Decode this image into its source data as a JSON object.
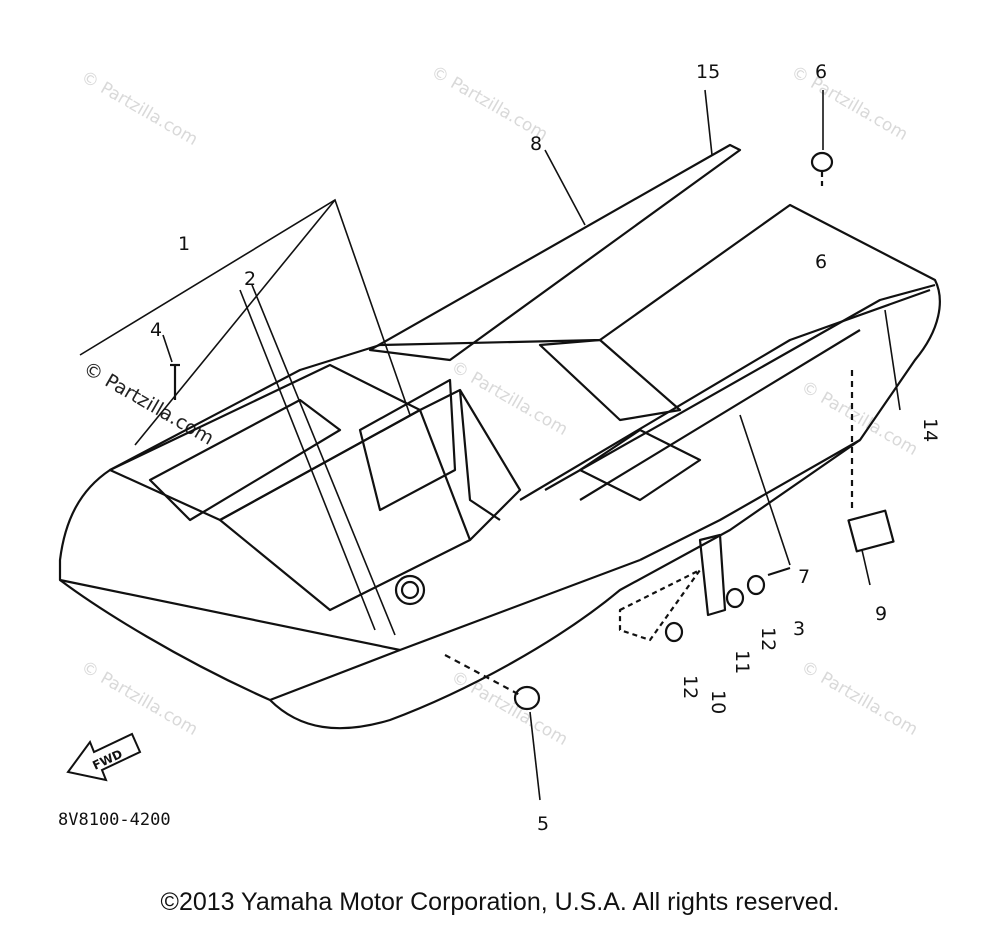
{
  "diagram": {
    "callouts": [
      "1",
      "2",
      "3",
      "4",
      "5",
      "6",
      "7",
      "8",
      "9",
      "10",
      "11",
      "12",
      "12",
      "14",
      "15",
      "6"
    ],
    "watermark": "© Partzilla.com",
    "part_code": "8V8100-4200",
    "fwd_label": "FWD"
  },
  "footer": {
    "copyright": "©2013 Yamaha Motor Corporation, U.S.A. All rights reserved."
  }
}
